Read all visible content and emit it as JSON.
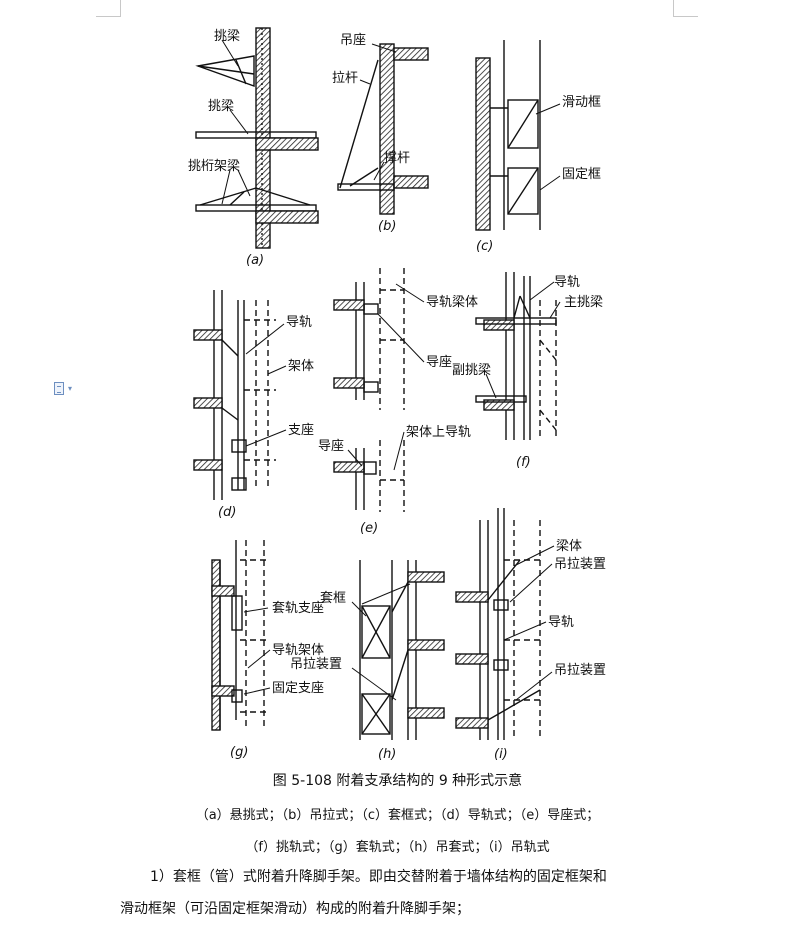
{
  "figure": {
    "a": {
      "label": "(a)",
      "labels": [
        "挑梁",
        "挑梁",
        "挑桁架梁"
      ]
    },
    "b": {
      "label": "(b)",
      "labels": [
        "吊座",
        "拉杆",
        "撑杆"
      ]
    },
    "c": {
      "label": "(c)",
      "labels": [
        "滑动框",
        "固定框"
      ]
    },
    "d": {
      "label": "(d)",
      "labels": [
        "导轨",
        "架体",
        "支座"
      ]
    },
    "e": {
      "label": "(e)",
      "labels": [
        "导轨梁体",
        "导座",
        "导座",
        "架体上导轨"
      ]
    },
    "f": {
      "label": "(f)",
      "labels": [
        "导轨",
        "主挑梁",
        "副挑梁"
      ]
    },
    "g": {
      "label": "(g)",
      "labels": [
        "套轨支座",
        "导轨架体",
        "固定支座"
      ]
    },
    "h": {
      "label": "(h)",
      "labels": [
        "套框",
        "吊拉装置"
      ]
    },
    "i": {
      "label": "(i)",
      "labels": [
        "梁体",
        "吊拉装置",
        "导轨",
        "吊拉装置"
      ]
    }
  },
  "caption": "图 5-108  附着支承结构的 9 种形式示意",
  "subcaption_1": "（a）悬挑式；（b）吊拉式；（c）套框式；（d）导轨式；（e）导座式；",
  "subcaption_2": "（f）挑轨式；（g）套轨式；（h）吊套式；（i）吊轨式",
  "paragraph_1": "1）套框（管）式附着升降脚手架。即由交替附着于墙体结构的固定框架和",
  "paragraph_2": "滑动框架（可沿固定框架滑动）构成的附着升降脚手架；"
}
